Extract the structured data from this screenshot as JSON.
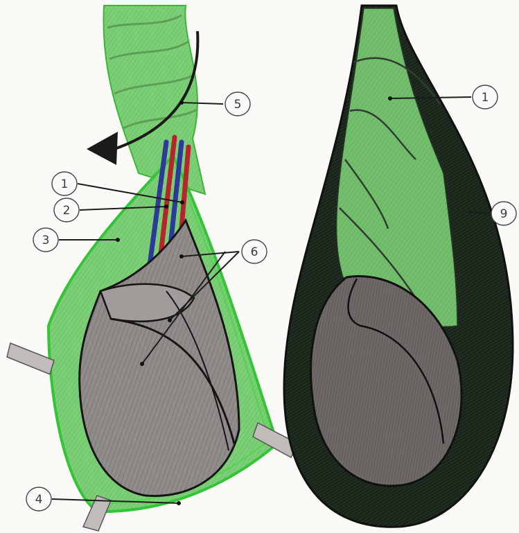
{
  "colors": {
    "paper": "#fbfaf7",
    "green_light": "#7fd47a",
    "green_mid": "#4fb84d",
    "green_outline": "#37c63a",
    "green_dark_fill": "#1c2a1d",
    "grey_fill": "#8f8b88",
    "grey_dark": "#4e4a49",
    "vessel_red": "#b4262b",
    "vessel_blue": "#2d3a9a",
    "pencil_black": "#111111"
  },
  "left_figure": {
    "labels": [
      {
        "id": "1",
        "text": "1"
      },
      {
        "id": "2",
        "text": "2"
      },
      {
        "id": "3",
        "text": "3"
      },
      {
        "id": "4",
        "text": "4"
      },
      {
        "id": "5",
        "text": "5"
      },
      {
        "id": "6",
        "text": "6"
      }
    ]
  },
  "right_figure": {
    "labels": [
      {
        "id": "1",
        "text": "1"
      },
      {
        "id": "9",
        "text": "9"
      }
    ]
  },
  "icons": {
    "rotation_arrow": "curved-arrow-icon"
  }
}
